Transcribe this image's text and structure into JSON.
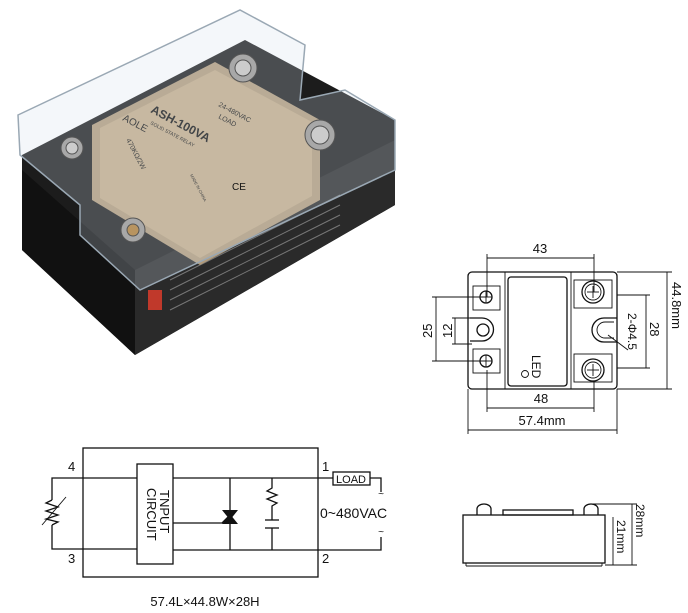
{
  "product": {
    "brand": "AOLE",
    "model": "ASH-100VA",
    "subtitle": "SOLID STATE RELAY",
    "voltage": "24-480VAC",
    "load": "LOAD",
    "input": "470KΩ/2W",
    "made_in": "MADE IN CHINA",
    "ce": "CE"
  },
  "top_view": {
    "dim_43": "43",
    "dim_48": "48",
    "dim_57_4": "57.4mm",
    "dim_44_8": "44.8mm",
    "dim_28": "28",
    "dim_25": "25",
    "dim_12": "12",
    "hole": "2-Φ4.5",
    "led": "LED"
  },
  "circuit": {
    "pin4": "4",
    "pin3": "3",
    "pin1": "1",
    "pin2": "2",
    "input_label_line1": "TNPUT",
    "input_label_line2": "CIRCUIT",
    "load": "LOAD",
    "voltage": "0~480VAC",
    "tilde": "~",
    "caption": "57.4L×44.8W×28H"
  },
  "side_view": {
    "dim_28": "28mm",
    "dim_21": "21mm"
  }
}
